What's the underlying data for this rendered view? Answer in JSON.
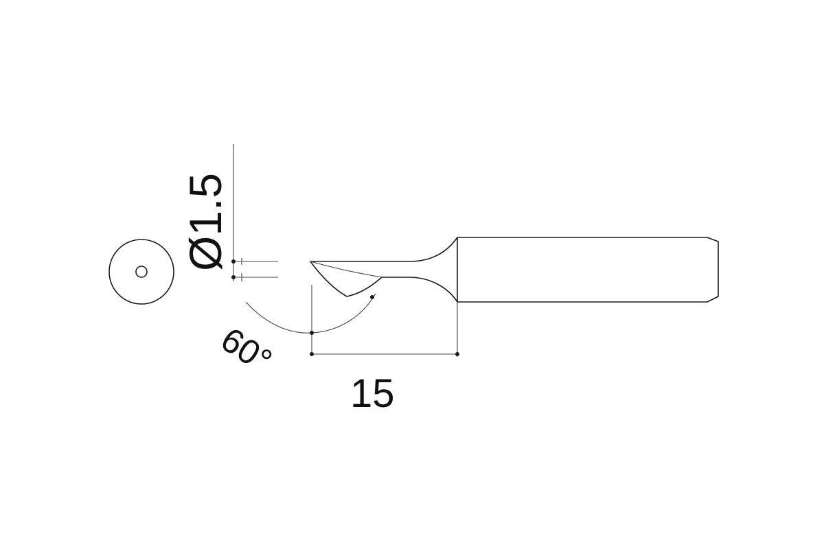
{
  "labels": {
    "diameter": "Ø1.5",
    "angle": "60°",
    "length": "15"
  }
}
